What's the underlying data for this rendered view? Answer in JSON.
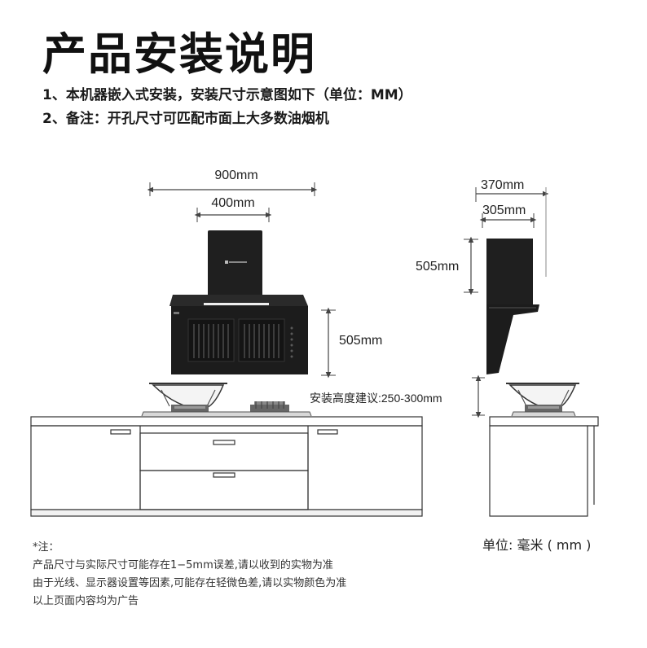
{
  "page": {
    "title": "产品安装说明",
    "intro": [
      "1、本机器嵌入式安装，安装尺寸示意图如下（单位：MM）",
      "2、备注：开孔尺寸可匹配市面上大多数油烟机"
    ]
  },
  "front_view": {
    "width_total": "900mm",
    "width_chimney": "400mm",
    "height_hood": "505mm"
  },
  "side_view": {
    "depth_total": "370mm",
    "depth_chimney": "305mm",
    "height_chimney": "505mm",
    "install_height": "安装高度建议:250-300mm"
  },
  "notes": {
    "heading": "*注：",
    "lines": [
      "产品尺寸与实际尺寸可能存在1−5mm误差,请以收到的实物为准",
      "由于光线、显示器设置等因素,可能存在轻微色差,请以实物颜色为准",
      "以上页面内容均为广告"
    ]
  },
  "unit_label": "单位: 毫米 ( mm )",
  "colors": {
    "hood": "#1c1c1c",
    "cabinet_line": "#333333",
    "dimension_line": "#444444"
  }
}
